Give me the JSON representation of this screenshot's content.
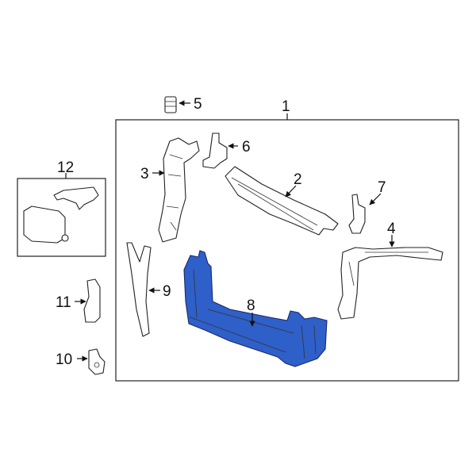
{
  "diagram": {
    "highlight_color": "#2f5fc8",
    "highlighted_part": "8",
    "callouts": [
      {
        "id": "1",
        "label": "1"
      },
      {
        "id": "2",
        "label": "2"
      },
      {
        "id": "3",
        "label": "3"
      },
      {
        "id": "4",
        "label": "4"
      },
      {
        "id": "5",
        "label": "5"
      },
      {
        "id": "6",
        "label": "6"
      },
      {
        "id": "7",
        "label": "7"
      },
      {
        "id": "8",
        "label": "8"
      },
      {
        "id": "9",
        "label": "9"
      },
      {
        "id": "10",
        "label": "10"
      },
      {
        "id": "11",
        "label": "11"
      },
      {
        "id": "12",
        "label": "12"
      }
    ]
  }
}
